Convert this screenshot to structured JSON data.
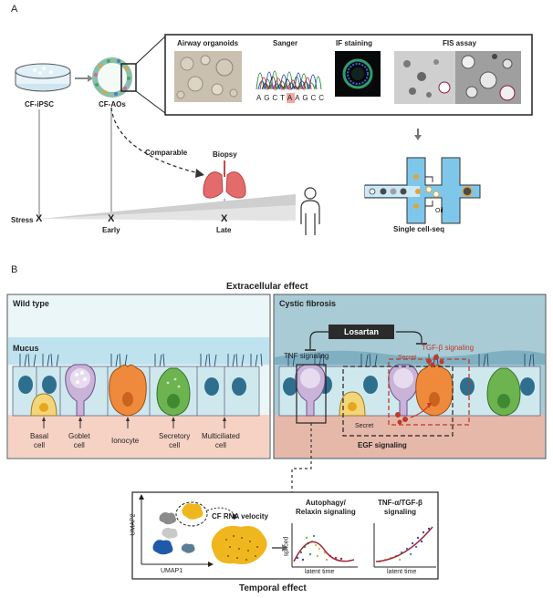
{
  "panelA": {
    "letter": "A",
    "cf_ipsc": "CF-iPSC",
    "cf_aos": "CF-AOs",
    "comparable": "Comparable",
    "biopsy": "Biopsy",
    "stress": "Stress",
    "early": "Early",
    "late": "Late",
    "airway_organoids": "Airway organoids",
    "sanger": "Sanger",
    "sanger_seq": [
      "A",
      "G",
      "C",
      "T",
      "A",
      "A",
      "G",
      "C",
      "C"
    ],
    "if_staining": "IF staining",
    "fis_assay": "FIS assay",
    "oil": "Oil",
    "single_cell_seq": "Single cell-seq"
  },
  "panelB": {
    "letter": "B",
    "extracellular": "Extracellular effect",
    "wild_type": "Wild type",
    "mucus": "Mucus",
    "cystic_fibrosis": "Cystic fibrosis",
    "losartan": "Losartan",
    "tnf_signaling": "TNF signaling",
    "tgf_signaling": "TGF-β signaling",
    "secret1": "Secret",
    "secret2": "Secret",
    "egf_signaling": "EGF signaling",
    "basal": "Basal",
    "goblet": "Goblet",
    "ionocyte": "Ionocyte",
    "secretory": "Secretory",
    "multiciliated": "Multiciliated",
    "cell": "cell",
    "umap1": "UMAP1",
    "umap2": "UMAP2",
    "rna_velocity": "CF RNA velocity",
    "autophagy": "Autophagy/",
    "relaxin": "Relaxin signaling",
    "tnf_tgf": "TNF-α/TGF-β",
    "signaling": "signaling",
    "spliced": "spliced",
    "latent1": "latent time",
    "latent2": "latent time",
    "temporal": "Temporal effect"
  },
  "colors": {
    "mucus_band": "#bfe3ee",
    "lumen_top": "#eaf6f8",
    "cell_fill": "#cfe8ee",
    "nucleus": "#2f6f8e",
    "basal_fill": "#f3d57a",
    "goblet_fill": "#c9b3d9",
    "ionocyte_fill": "#ef8a3c",
    "secretory_fill": "#6db34f",
    "submucosa": "#f6d2c4",
    "cf_bg": "#a8cbd6",
    "cf_sub": "#e6b8aa",
    "tgf_red": "#c0392b",
    "losartan_bg": "#2b2b2b",
    "lung": "#e36b6b"
  }
}
